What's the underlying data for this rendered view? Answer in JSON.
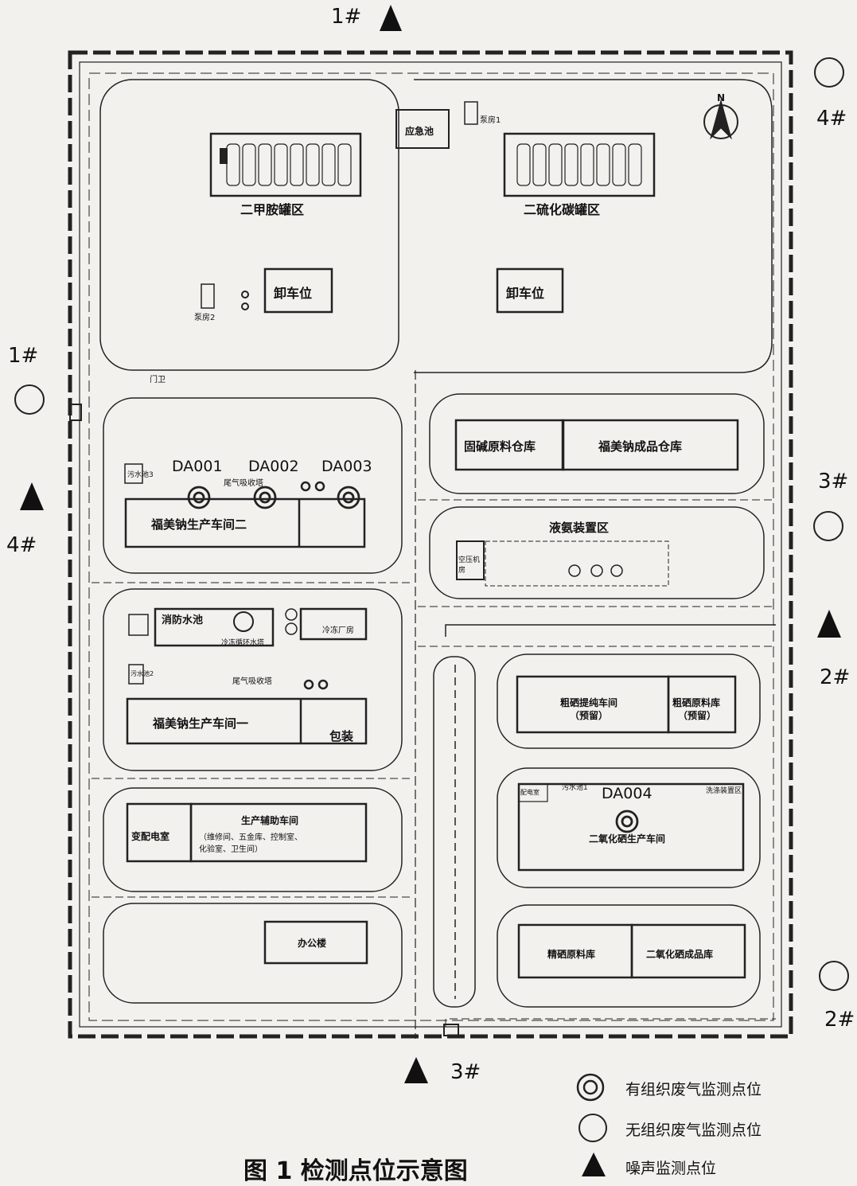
{
  "points": {
    "noise_1": "1#",
    "noise_2": "2#",
    "noise_3": "3#",
    "noise_4": "4#",
    "fugitive_1": "1#",
    "fugitive_2": "2#",
    "fugitive_3": "3#",
    "fugitive_4": "4#"
  },
  "outlets": {
    "da001": "DA001",
    "da002": "DA002",
    "da003": "DA003",
    "da004": "DA004"
  },
  "areas": {
    "dma_tank": "二甲胺罐区",
    "cs2_tank": "二硫化碳罐区",
    "emergency_pool": "应急池",
    "pump_room_1": "泵房1",
    "pump_room_2": "泵房2",
    "unload_1": "卸车位",
    "unload_2": "卸车位",
    "gate": "门卫",
    "solid_alkali": "固碱原料仓库",
    "ferbam_product": "福美钠成品仓库",
    "liquid_ammonia": "液氨装置区",
    "air_compress": "空压机房",
    "sewage_pool_3": "污水池3",
    "workshop_2": "福美钠生产车间二",
    "tail_gas_2": "尾气吸收塔",
    "fire_pool": "消防水池",
    "cooling_tower": "冷冻循环水塔",
    "freeze_plant": "冷冻厂房",
    "sewage_pool_2": "污水池2",
    "tail_gas_1": "尾气吸收塔",
    "workshop_1": "福美钠生产车间一",
    "packing": "包装",
    "transformer": "变配电室",
    "aux_workshop": "生产辅助车间",
    "aux_detail": [
      "（维修间、五金库、控制室、",
      "化验室、卫生间）"
    ],
    "crude_se_workshop": [
      "粗硒提纯车间",
      "（预留）"
    ],
    "crude_se_material": [
      "粗硒原料库",
      "（预留）"
    ],
    "dist_room": "配电室",
    "sewage_pool_1": "污水池1",
    "de_se_zone": "洗涤装置区",
    "se_workshop": "二氧化硒生产车间",
    "office": "办公楼",
    "fine_se_material": "精硒原料库",
    "se_product": "二氧化硒成品库",
    "north": "N"
  },
  "legend": {
    "organized": "有组织废气监测点位",
    "fugitive": "无组织废气监测点位",
    "noise": "噪声监测点位"
  },
  "caption": "图 1  检测点位示意图"
}
